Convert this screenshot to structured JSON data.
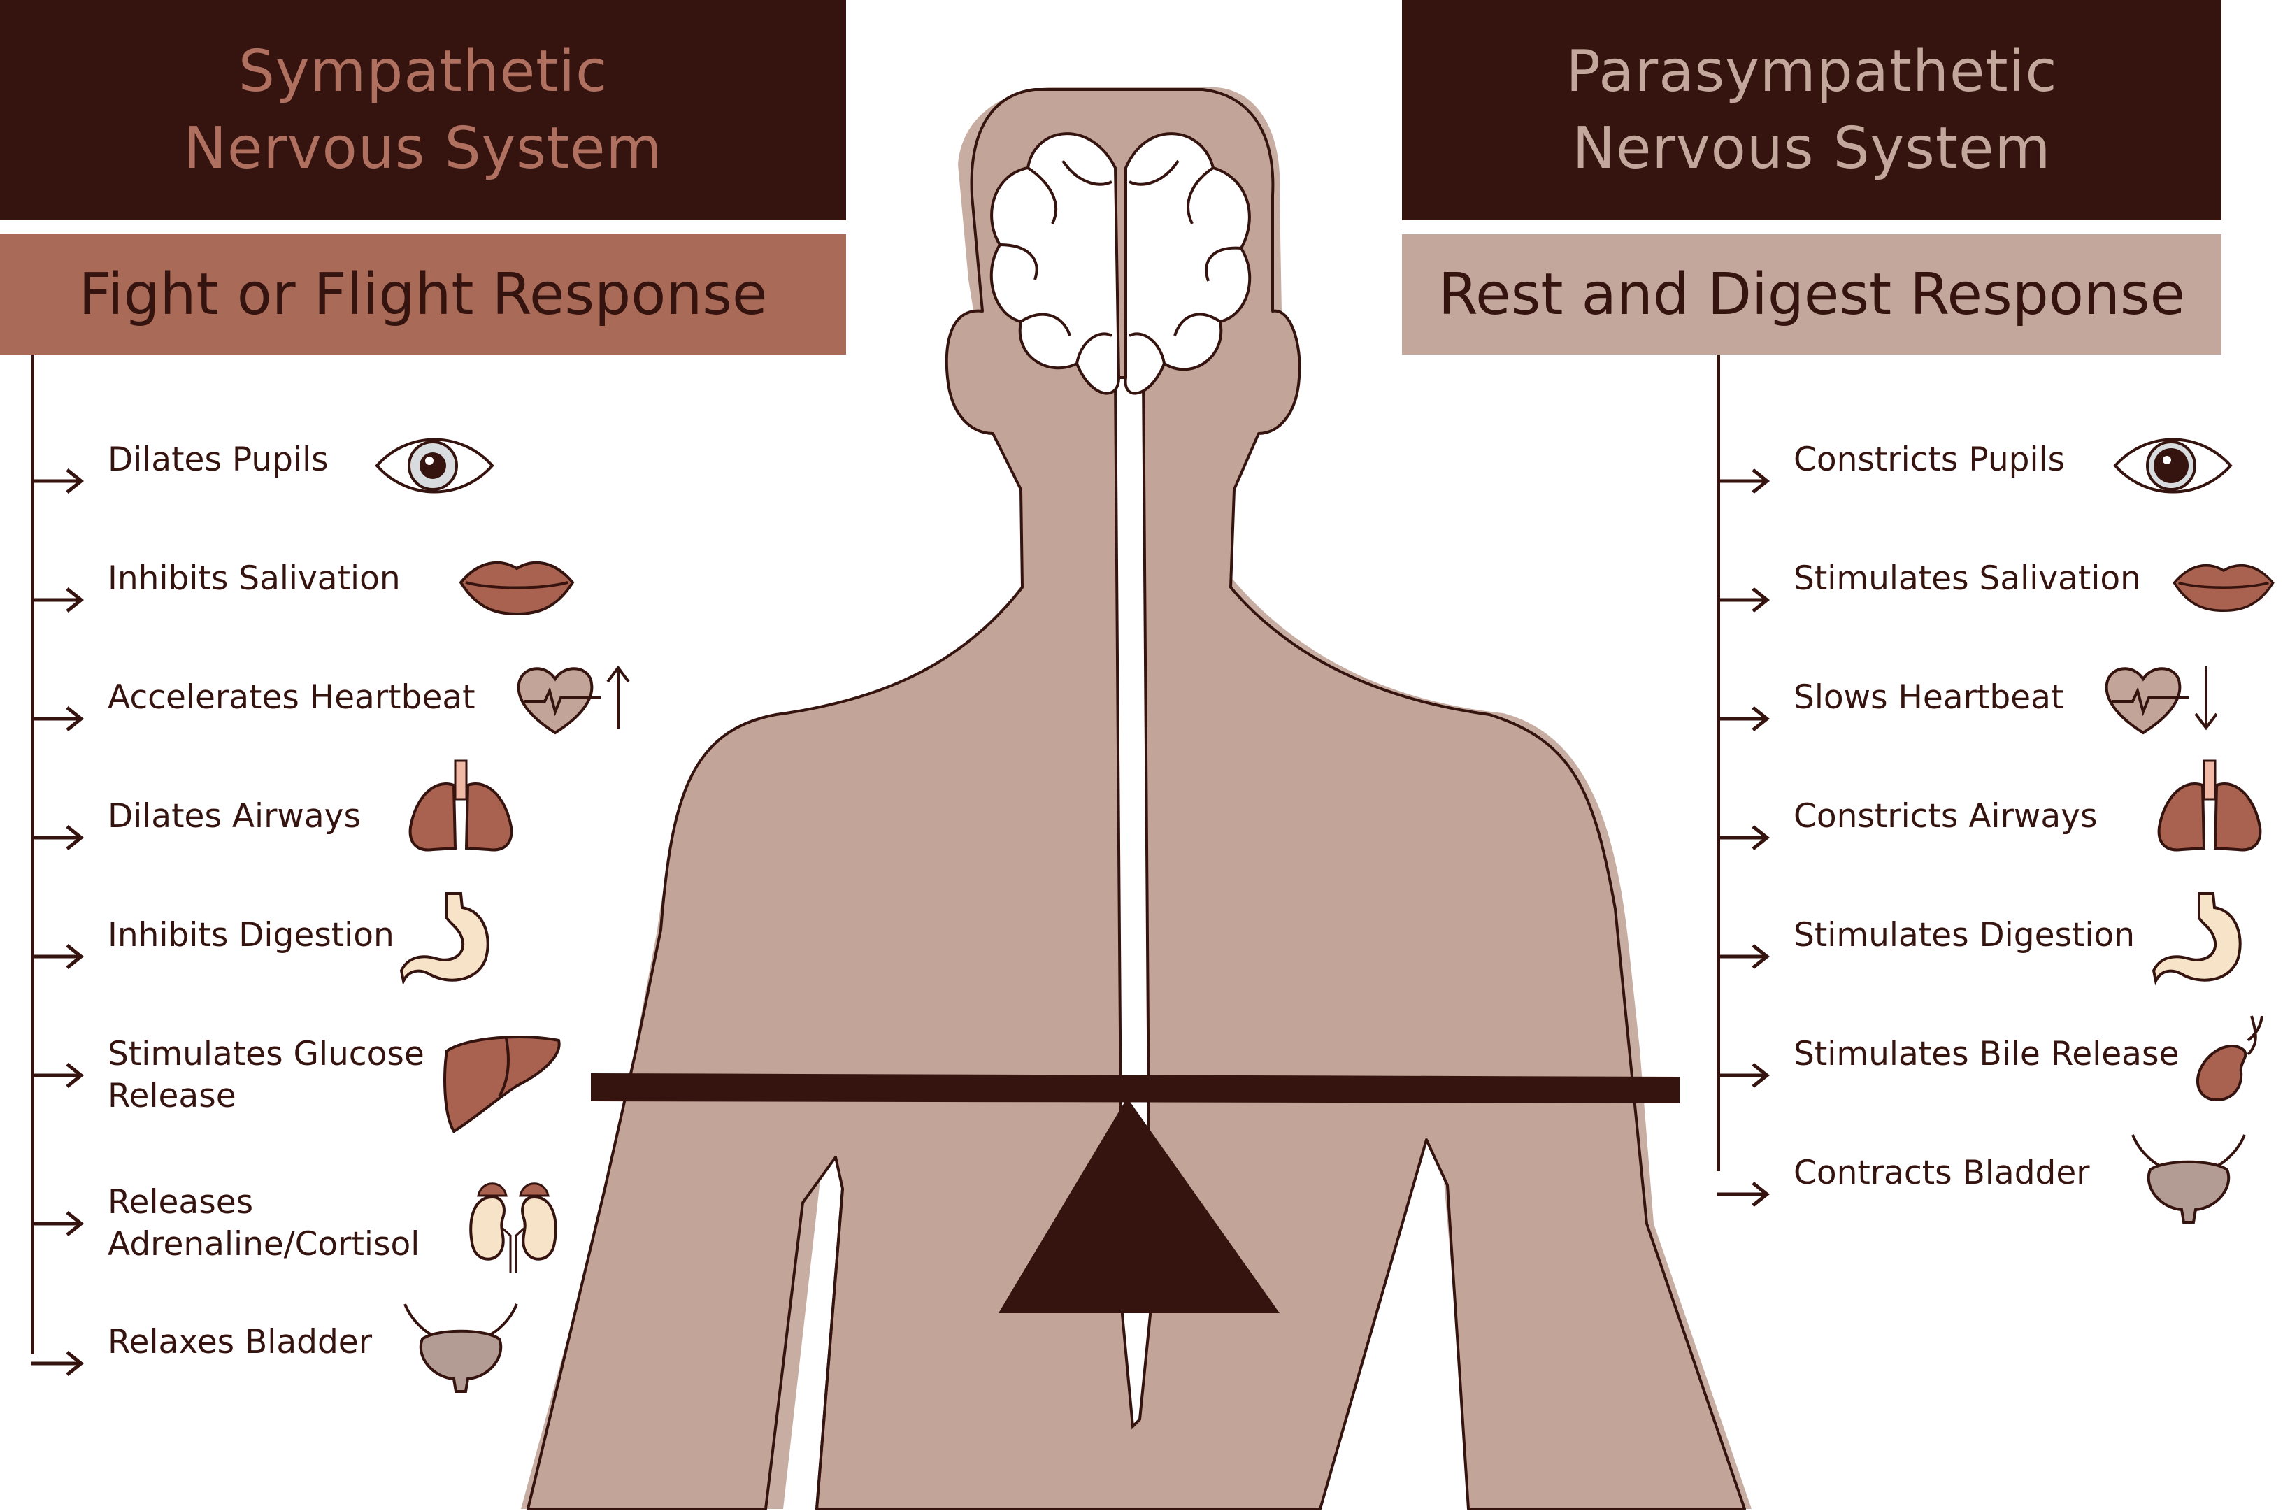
{
  "sympathetic": {
    "title_line1": "Sympathetic",
    "title_line2": "Nervous System",
    "response": "Fight or Flight Response",
    "items": [
      {
        "label": "Dilates Pupils",
        "icon": "eye-icon"
      },
      {
        "label": "Inhibits Salivation",
        "icon": "lips-icon"
      },
      {
        "label": "Accelerates Heartbeat",
        "icon": "heart-up-icon"
      },
      {
        "label": "Dilates Airways",
        "icon": "lungs-icon"
      },
      {
        "label": "Inhibits Digestion",
        "icon": "stomach-icon"
      },
      {
        "label": "Stimulates Glucose",
        "label2": "Release",
        "icon": "liver-icon"
      },
      {
        "label": "Releases",
        "label2": "Adrenaline/Cortisol",
        "icon": "adrenal-kidneys-icon"
      },
      {
        "label": "Relaxes Bladder",
        "icon": "bladder-icon"
      }
    ]
  },
  "parasympathetic": {
    "title_line1": "Parasympathetic",
    "title_line2": "Nervous System",
    "response": "Rest and Digest Response",
    "items": [
      {
        "label": "Constricts Pupils",
        "icon": "eye-icon"
      },
      {
        "label": "Stimulates Salivation",
        "icon": "lips-icon"
      },
      {
        "label": "Slows Heartbeat",
        "icon": "heart-down-icon"
      },
      {
        "label": "Constricts Airways",
        "icon": "lungs-icon"
      },
      {
        "label": "Stimulates Digestion",
        "icon": "stomach-icon"
      },
      {
        "label": "Stimulates Bile Release",
        "icon": "gallbladder-icon"
      },
      {
        "label": "Contracts Bladder",
        "icon": "bladder-icon"
      }
    ]
  },
  "colors": {
    "dark": "#35130f",
    "rust": "#a96b58",
    "tan": "#c3a79c",
    "body": "#c2a598",
    "organ": "#a9624f",
    "pale": "#f6e3c8",
    "bladder": "#b39c94"
  }
}
